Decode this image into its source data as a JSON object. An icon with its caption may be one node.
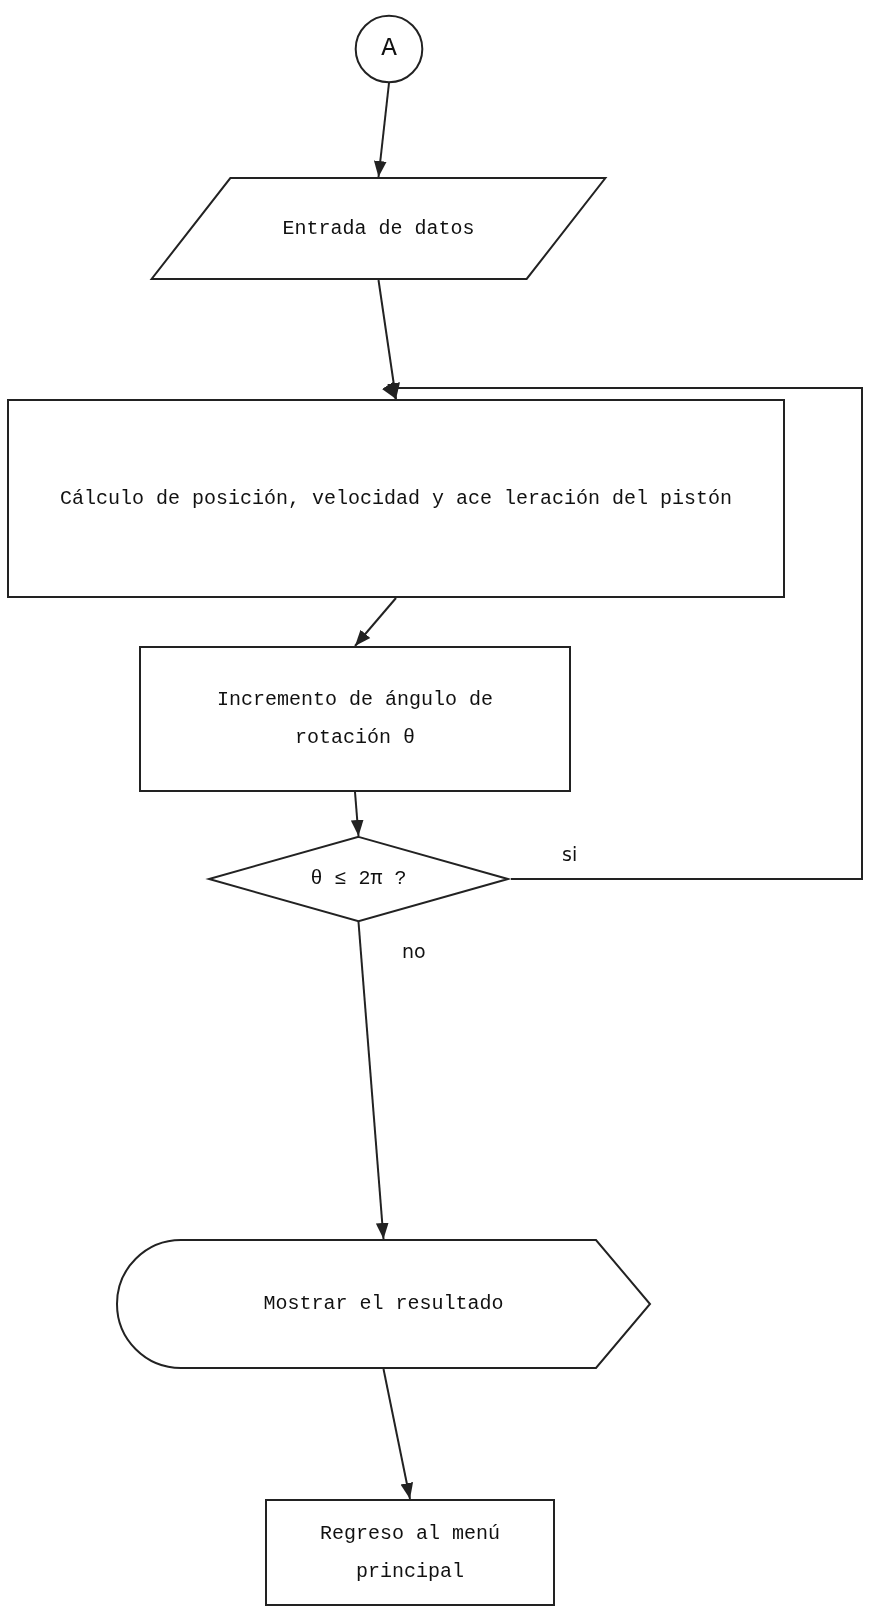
{
  "diagram": {
    "nodes": [
      {
        "text": [
          "A"
        ]
      },
      {
        "text": [
          "Entrada de datos"
        ]
      },
      {
        "text": [
          "Cálculo de posición, velocidad y ace leración del pistón"
        ]
      },
      {
        "text": [
          "Incremento de ángulo de rotación θ"
        ]
      },
      {
        "text": [
          "θ ≤ 2π ?"
        ]
      },
      {
        "text": [
          "Mostrar el resultado"
        ]
      },
      {
        "text": [
          "Regreso al menú principal"
        ]
      }
    ],
    "edges": [
      {
        "from": 0,
        "to": 1,
        "arrow": "to"
      },
      {
        "from": 1,
        "to": 2,
        "arrow": "to"
      },
      {
        "from": 2,
        "to": 3,
        "arrow": "to"
      },
      {
        "from": 3,
        "to": 4,
        "arrow": "to"
      },
      {
        "from": 4,
        "to": 5,
        "arrow": "to",
        "label": "no"
      },
      {
        "from": 5,
        "to": 6,
        "arrow": "to"
      },
      {
        "from": 4,
        "to": 2,
        "arrow": "to",
        "label": "si"
      }
    ]
  }
}
